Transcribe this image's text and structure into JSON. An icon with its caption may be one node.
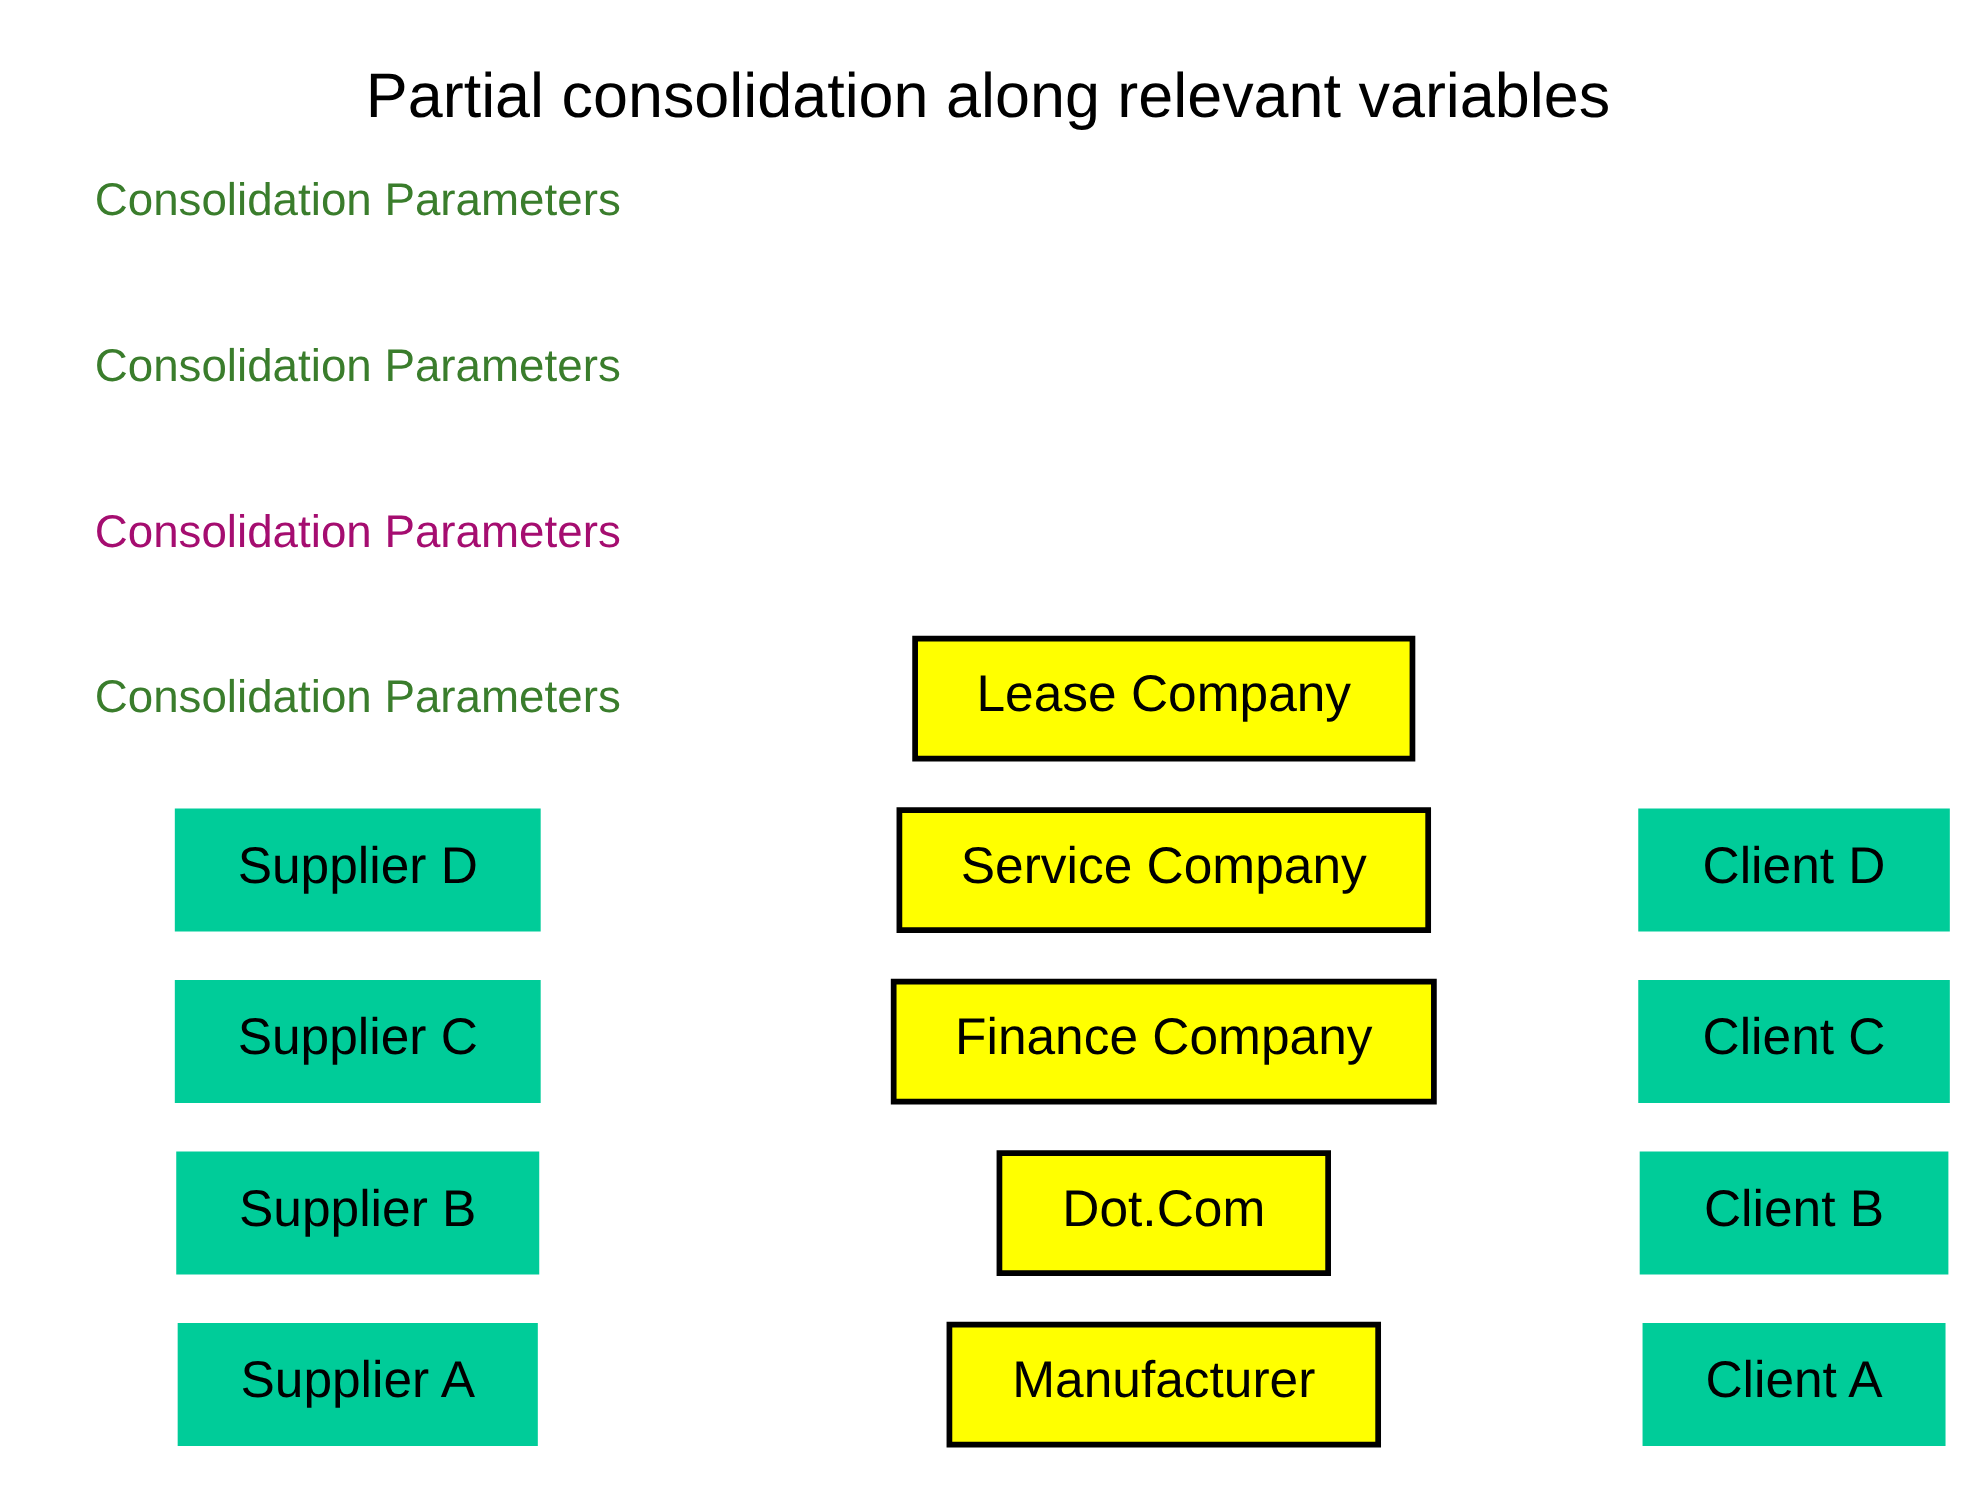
{
  "diagram": {
    "title": "Partial consolidation along relevant variables",
    "nodes": [
      {
        "text": [
          "Manufacturer"
        ]
      },
      {
        "text": [
          "Dot.Com"
        ]
      },
      {
        "text": [
          "Finance Company"
        ]
      },
      {
        "text": [
          "Service Company"
        ]
      },
      {
        "text": [
          "Lease Company"
        ]
      },
      {
        "text": [
          "Supplier A"
        ]
      },
      {
        "text": [
          "Supplier B"
        ]
      },
      {
        "text": [
          "Supplier C"
        ]
      },
      {
        "text": [
          "Supplier D"
        ]
      },
      {
        "text": [
          "Client A"
        ]
      },
      {
        "text": [
          "Client B"
        ]
      },
      {
        "text": [
          "Client C"
        ]
      },
      {
        "text": [
          "Client D"
        ]
      }
    ],
    "labels": [
      "Consolidation Parameters",
      "Consolidation Parameters",
      "Consolidation Parameters",
      "Consolidation Parameters"
    ]
  }
}
